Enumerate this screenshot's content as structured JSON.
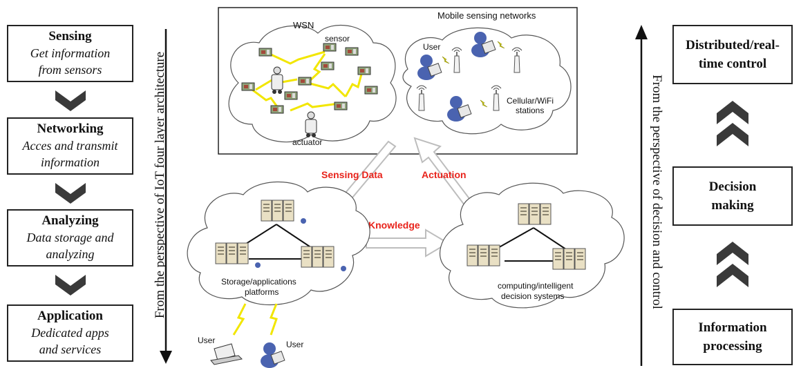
{
  "left_stages": [
    {
      "title": "Sensing",
      "lines": [
        "Get information",
        "from sensors"
      ]
    },
    {
      "title": "Networking",
      "lines": [
        "Acces and transmit",
        "information"
      ]
    },
    {
      "title": "Analyzing",
      "lines": [
        "Data storage and",
        "analyzing"
      ]
    },
    {
      "title": "Application",
      "lines": [
        "Dedicated apps",
        "and services"
      ]
    }
  ],
  "left_axis_label": "From the perspective of IoT four layer architecture",
  "right_axis_label": "From the perspective of decision and control",
  "right_stages": [
    {
      "lines": [
        "Distributed/real-",
        "time control"
      ]
    },
    {
      "lines": [
        "Decision",
        "making"
      ]
    },
    {
      "lines": [
        "Information",
        "processing"
      ]
    }
  ],
  "center": {
    "wsn_label": "WSN",
    "sensor_label": "sensor",
    "actuator_label": "actuator",
    "mobile_label": "Mobile sensing networks",
    "user_label": "User",
    "stations_label_1": "Cellular/WiFi",
    "stations_label_2": "stations",
    "sensing_data_label": "Sensing Data",
    "actuation_label": "Actuation",
    "knowledge_label": "Knowledge",
    "storage_label_1": "Storage/applications",
    "storage_label_2": "platforms",
    "computing_label_1": "computing/intelligent",
    "computing_label_2": "decision systems",
    "bottom_user_1": "User",
    "bottom_user_2": "User"
  },
  "colors": {
    "highlight_red": "#e8231b",
    "chevron": "#3a3a3a",
    "lightning": "#f2e600",
    "arrow_outline": "#bdbdbd",
    "user_blue": "#4a63b0"
  }
}
